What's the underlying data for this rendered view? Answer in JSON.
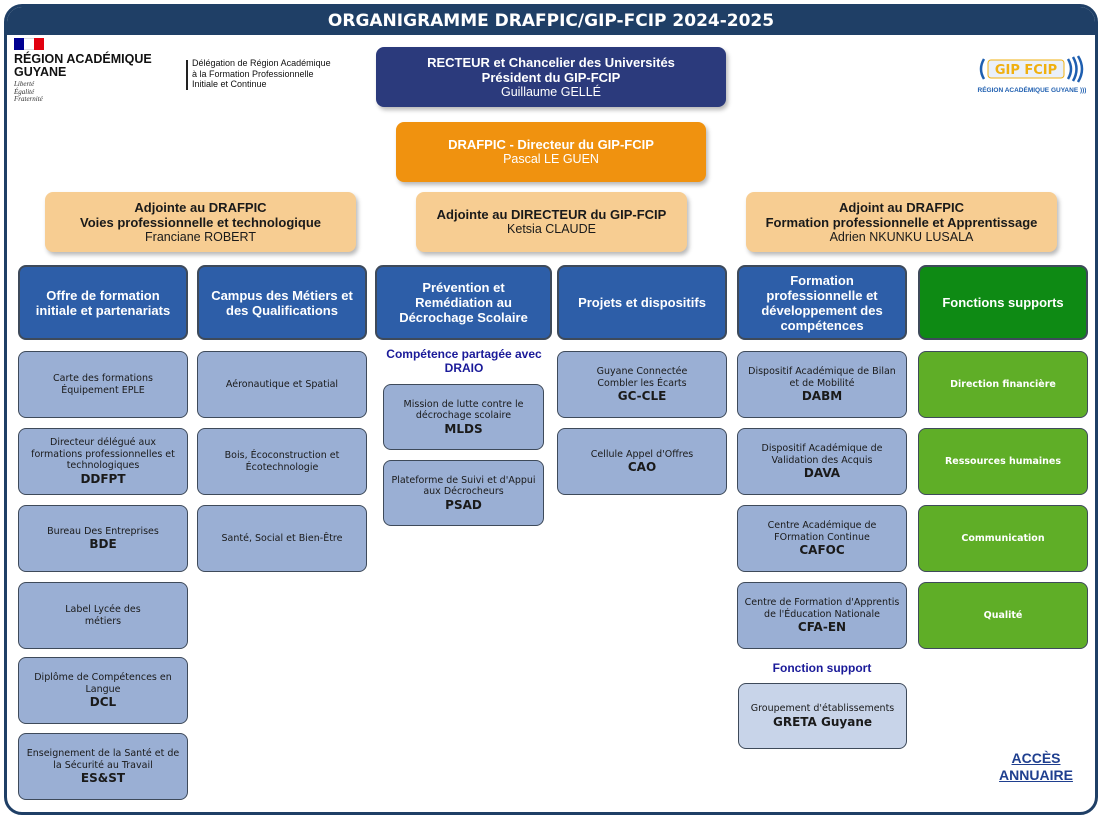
{
  "title": "ORGANIGRAMME DRAFPIC/GIP-FCIP 2024-2025",
  "logos": {
    "region": {
      "name_line1": "RÉGION ACADÉMIQUE",
      "name_line2": "GUYANE",
      "motto": [
        "Liberté",
        "Égalité",
        "Fraternité"
      ],
      "flag_colors": [
        "#000091",
        "#ffffff",
        "#e1000f"
      ]
    },
    "delegation": {
      "lines": [
        "Délégation de Région Académique",
        "à la Formation Professionnelle",
        "Initiale et Continue"
      ]
    },
    "gip": {
      "mark": "GIP FCIP",
      "subtitle": "RÉGION ACADÉMIQUE GUYANE )))",
      "color": "#1f5fb0",
      "accent": "#f0b010"
    }
  },
  "recteur": {
    "line1": "RECTEUR et Chancelier des Universités",
    "line2": "Président du GIP-FCIP",
    "name": "Guillaume GELLÉ"
  },
  "drafpic": {
    "line1": "DRAFPIC - Directeur du GIP-FCIP",
    "name": "Pascal LE GUEN"
  },
  "adjoints": [
    {
      "line1": "Adjointe au DRAFPIC",
      "line2": "Voies professionnelle et technologique",
      "name": "Franciane ROBERT"
    },
    {
      "line1": "Adjointe au DIRECTEUR du GIP-FCIP",
      "name": "Ketsia CLAUDE"
    },
    {
      "line1": "Adjoint au DRAFPIC",
      "line2": "Formation professionnelle et Apprentissage",
      "name": "Adrien NKUNKU LUSALA"
    }
  ],
  "departments": [
    "Offre de formation initiale et partenariats",
    "Campus des Métiers et des Qualifications",
    "Prévention et Remédiation au Décrochage Scolaire",
    "Projets et dispositifs",
    "Formation professionnelle et développement des compétences",
    "Fonctions supports"
  ],
  "col1": [
    {
      "text": "Carte des formations Équipement EPLE",
      "acronym": ""
    },
    {
      "text": "Directeur délégué aux formations professionnelles et technologiques",
      "acronym": "DDFPT"
    },
    {
      "text": "Bureau Des Entreprises",
      "acronym": "BDE"
    },
    {
      "text": "Label Lycée des métiers",
      "acronym": ""
    },
    {
      "text": "Diplôme de Compétences en Langue",
      "acronym": "DCL"
    },
    {
      "text": "Enseignement de la Santé et de la Sécurité au Travail",
      "acronym": "ES&ST"
    }
  ],
  "col2": [
    {
      "text": "Aéronautique et Spatial"
    },
    {
      "text": "Bois, Écoconstruction et Écotechnologie"
    },
    {
      "text": "Santé, Social et Bien-Être"
    }
  ],
  "col3_note": "Compétence partagée avec DRAIO",
  "col3": [
    {
      "text": "Mission de lutte contre le décrochage scolaire",
      "acronym": "MLDS"
    },
    {
      "text": "Plateforme de Suivi et d'Appui aux Décrocheurs",
      "acronym": "PSAD"
    }
  ],
  "col4": [
    {
      "text": "Guyane Connectée Combler les Écarts",
      "acronym": "GC-CLE"
    },
    {
      "text": "Cellule Appel d'Offres",
      "acronym": "CAO"
    }
  ],
  "col5": [
    {
      "text": "Dispositif Académique de Bilan et de Mobilité",
      "acronym": "DABM"
    },
    {
      "text": "Dispositif Académique de Validation des Acquis",
      "acronym": "DAVA"
    },
    {
      "text": "Centre Académique de FOrmation Continue",
      "acronym": "CAFOC"
    },
    {
      "text": "Centre de Formation d'Apprentis de l'Éducation Nationale",
      "acronym": "CFA-EN"
    }
  ],
  "col5_note": "Fonction support",
  "greta": {
    "text": "Groupement d'établissements",
    "acronym": "GRETA Guyane"
  },
  "col6": [
    {
      "text": "Direction financière"
    },
    {
      "text": "Ressources humaines"
    },
    {
      "text": "Communication"
    },
    {
      "text": "Qualité"
    }
  ],
  "link": {
    "line1": "ACCÈS",
    "line2": "ANNUAIRE"
  }
}
